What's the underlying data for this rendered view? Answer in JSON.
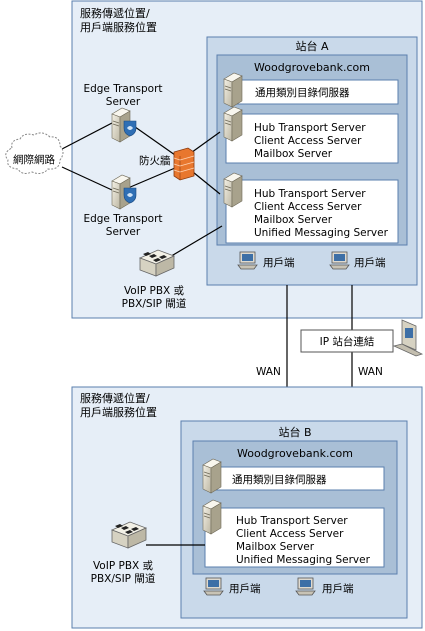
{
  "top_location": {
    "label_line1": "服務傳遞位置/",
    "label_line2": "用戶端服務位置",
    "site_label": "站台 A",
    "domain": "Woodgrovebank.com",
    "gc_server": "通用類別目錄伺服器",
    "hub_server": [
      "Hub Transport Server",
      "Client Access Server",
      "Mailbox Server"
    ],
    "um_server": [
      "Hub Transport Server",
      "Client Access Server",
      "Mailbox Server",
      "Unified Messaging Server"
    ],
    "client1": "用戶端",
    "client2": "用戶端",
    "edge1": [
      "Edge Transport",
      "Server"
    ],
    "edge2": [
      "Edge Transport",
      "Server"
    ],
    "firewall": "防火牆",
    "internet": "網際網路",
    "voip": [
      "VoIP PBX 或",
      "PBX/SIP 閘道"
    ]
  },
  "links": {
    "ip_site_link": "IP 站台連結",
    "wan_left": "WAN",
    "wan_right": "WAN"
  },
  "bottom_location": {
    "label_line1": "服務傳遞位置/",
    "label_line2": "用戶端服務位置",
    "site_label": "站台 B",
    "domain": "Woodgrovebank.com",
    "gc_server": "通用類別目錄伺服器",
    "um_server": [
      "Hub Transport Server",
      "Client Access Server",
      "Mailbox Server",
      "Unified Messaging Server"
    ],
    "client1": "用戶端",
    "client2": "用戶端",
    "voip": [
      "VoIP PBX 或",
      "PBX/SIP 閘道"
    ]
  },
  "colors": {
    "location_fill": "#e6eef7",
    "site_fill": "#c9d9ea",
    "domain_fill": "#a9bfd6",
    "border": "#5a7fae",
    "firewall": "#e8772e"
  }
}
